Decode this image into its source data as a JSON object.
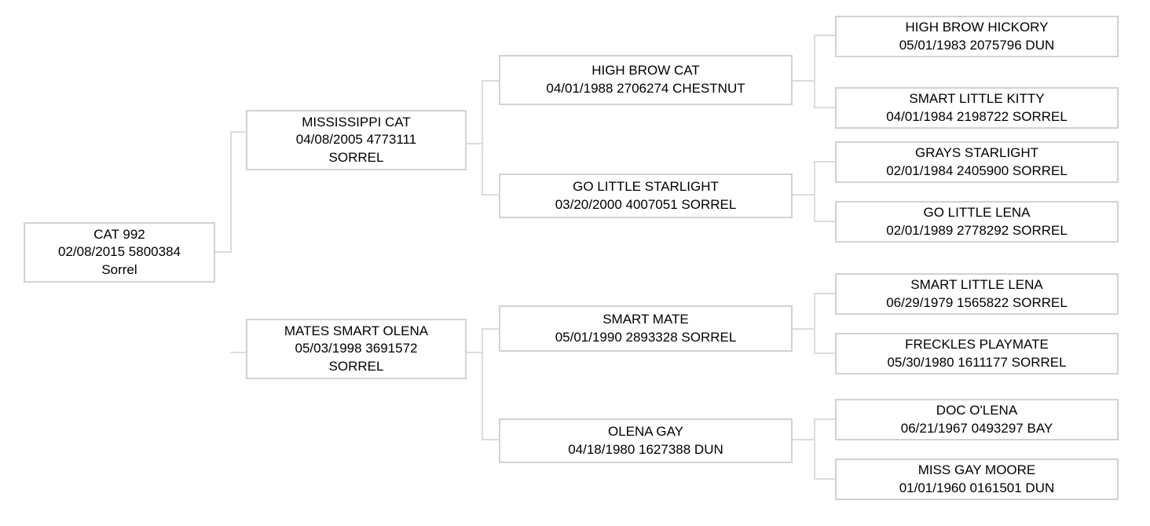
{
  "chart_data": {
    "type": "diagram",
    "title": "",
    "diagram_kind": "pedigree-tree",
    "orientation": "left-to-right",
    "generations": 4,
    "node_count": 15
  },
  "tree": {
    "root": {
      "name": "CAT 992",
      "detail": "02/08/2015 5800384",
      "color": "Sorrel"
    },
    "gen1": [
      {
        "name": "MISSISSIPPI CAT",
        "detail": "04/08/2005 4773111",
        "color": "SORREL"
      },
      {
        "name": "MATES SMART OLENA",
        "detail": "05/03/1998 3691572",
        "color": "SORREL"
      }
    ],
    "gen2": [
      {
        "name": "HIGH BROW CAT",
        "detail": "04/01/1988 2706274 CHESTNUT"
      },
      {
        "name": "GO LITTLE STARLIGHT",
        "detail": "03/20/2000 4007051 SORREL"
      },
      {
        "name": "SMART MATE",
        "detail": "05/01/1990 2893328 SORREL"
      },
      {
        "name": "OLENA GAY",
        "detail": "04/18/1980 1627388 DUN"
      }
    ],
    "gen3": [
      {
        "name": "HIGH BROW HICKORY",
        "detail": "05/01/1983 2075796 DUN"
      },
      {
        "name": "SMART LITTLE KITTY",
        "detail": "04/01/1984 2198722 SORREL"
      },
      {
        "name": "GRAYS STARLIGHT",
        "detail": "02/01/1984 2405900 SORREL"
      },
      {
        "name": "GO LITTLE LENA",
        "detail": "02/01/1989 2778292 SORREL"
      },
      {
        "name": "SMART LITTLE LENA",
        "detail": "06/29/1979 1565822 SORREL"
      },
      {
        "name": "FRECKLES PLAYMATE",
        "detail": "05/30/1980 1611177 SORREL"
      },
      {
        "name": "DOC O'LENA",
        "detail": "06/21/1967 0493297 BAY"
      },
      {
        "name": "MISS GAY MOORE",
        "detail": "01/01/1960 0161501 DUN"
      }
    ]
  },
  "colors": {
    "border": "#d2d2d2",
    "connector": "#dcdcdc",
    "text": "#000000",
    "background": "#ffffff"
  }
}
